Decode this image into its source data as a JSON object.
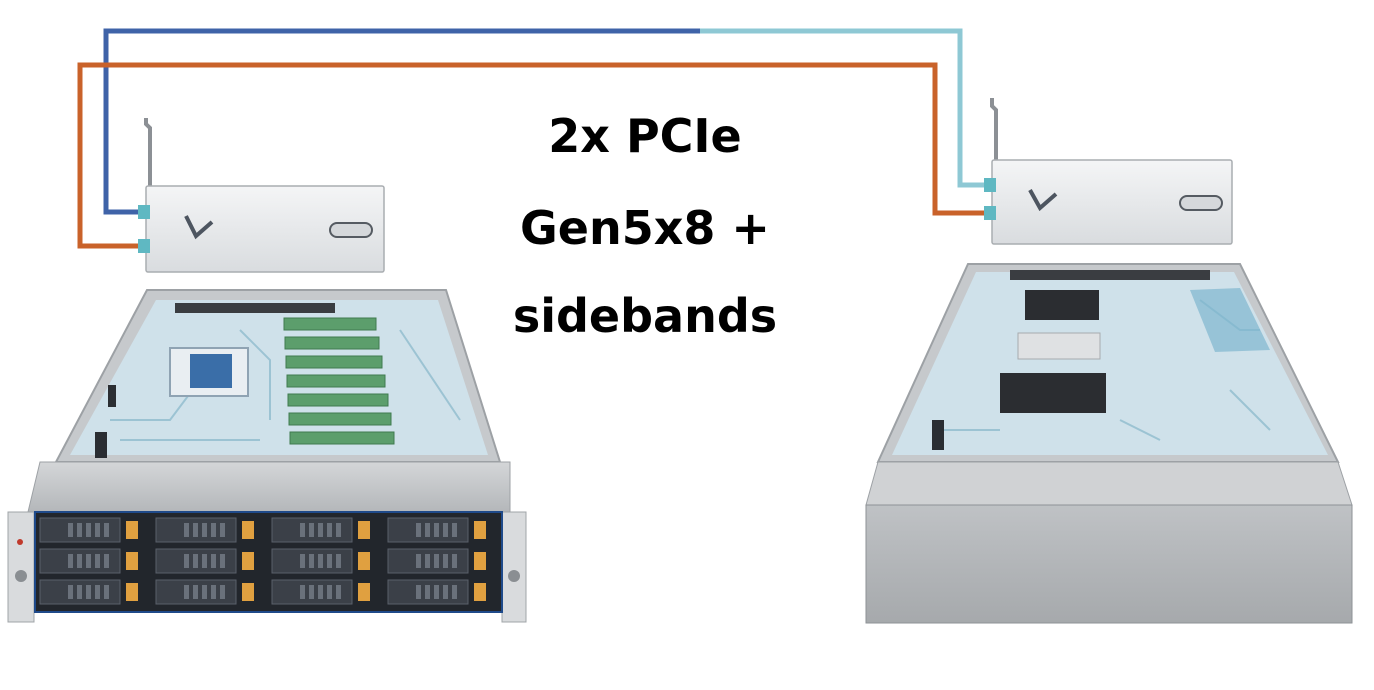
{
  "caption": {
    "line1": "2x PCIe",
    "line2": "Gen5x8 +",
    "line3": "sidebands"
  },
  "colors": {
    "cable_blue": "#3f63a8",
    "cable_blue_light": "#8ec8d4",
    "cable_orange": "#c9622a",
    "connector_teal": "#5fb8c2",
    "board_blue": "#cfe1ea",
    "chassis_grey": "#b9bcbf",
    "drive_bay": "#2a2f36",
    "drive_tab": "#e0a040",
    "dimm_green": "#5c9e6c"
  },
  "icons": {
    "card_logo": "v-chevron-logo",
    "card_handle": "pill-handle"
  }
}
